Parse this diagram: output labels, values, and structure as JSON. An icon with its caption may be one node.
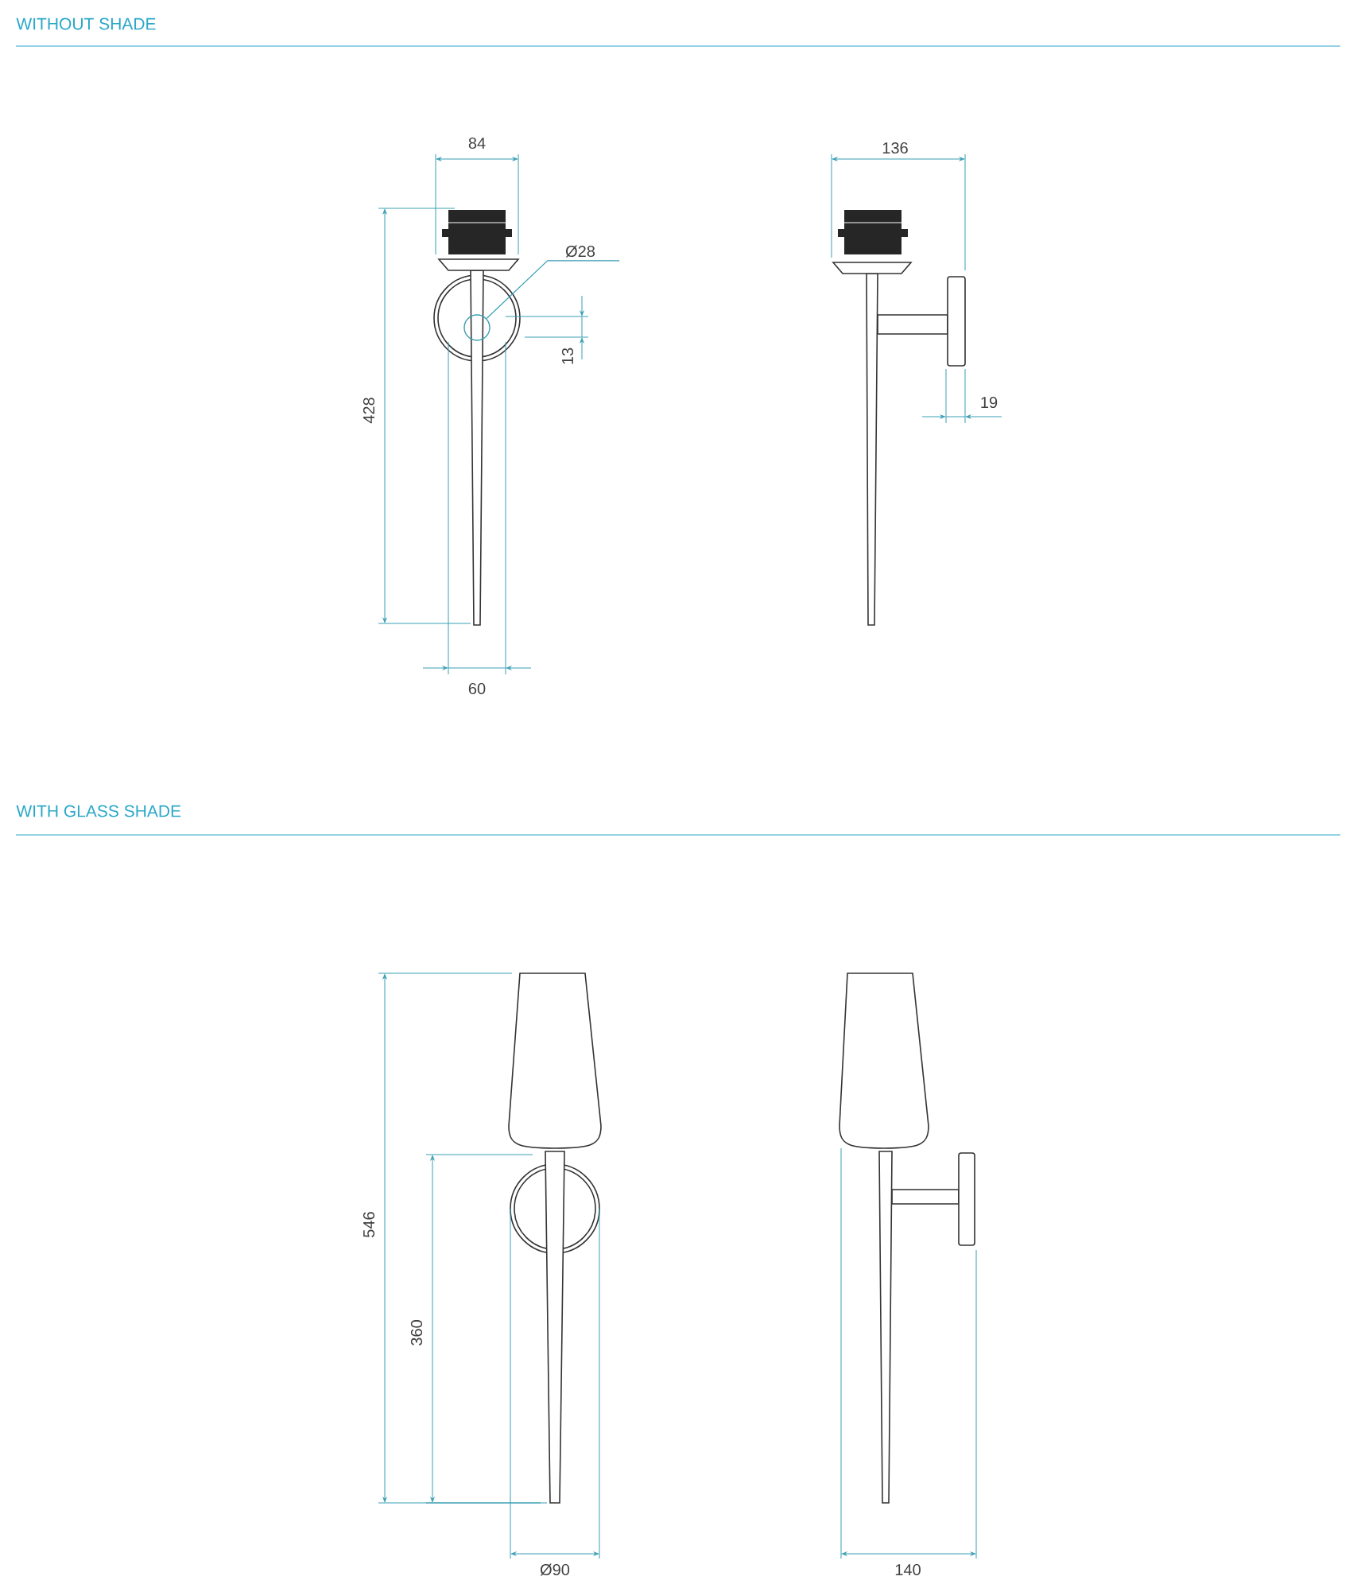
{
  "diagram": {
    "nodes": [
      {
        "text": [
          "Ø28"
        ]
      },
      {
        "text": [],
        "shape": "circle"
      }
    ],
    "edges": [
      {
        "from": 0,
        "to": 1,
        "arrow": "none"
      }
    ],
    "labels": [
      "WITHOUT SHADE",
      "84",
      "136",
      "428",
      "13",
      "19",
      "60",
      "WITH GLASS SHADE",
      "546",
      "360",
      "Ø90",
      "140"
    ]
  }
}
